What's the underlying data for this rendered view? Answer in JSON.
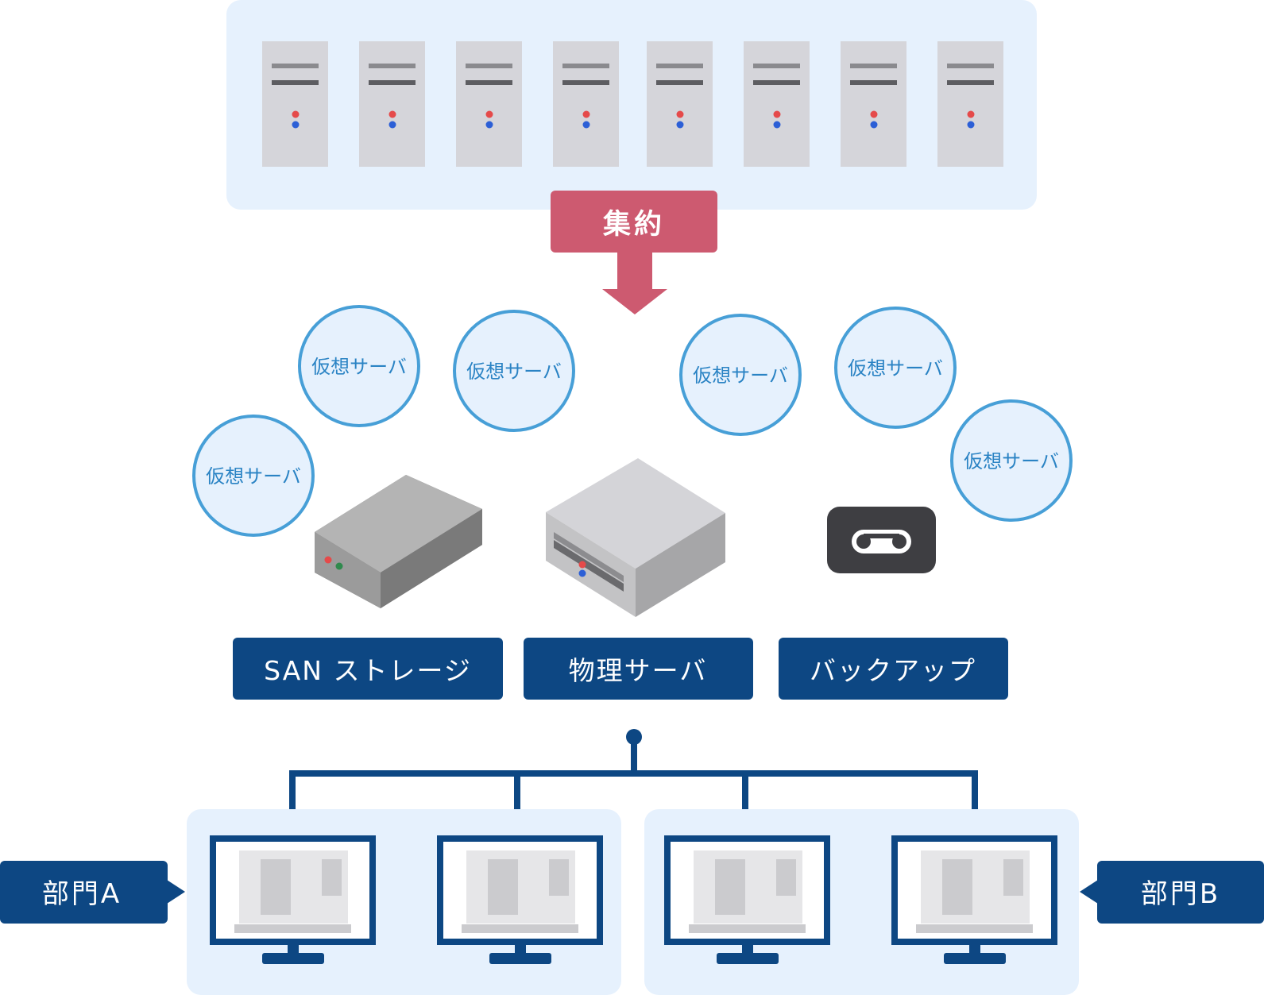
{
  "consolidation": {
    "label": "集約"
  },
  "virtual_server_label": "仮想サーバ",
  "equipment": {
    "san_storage": "SAN ストレージ",
    "physical_server": "物理サーバ",
    "backup": "バックアップ"
  },
  "departments": {
    "a": "部門A",
    "b": "部門B"
  },
  "counts": {
    "legacy_servers": 8,
    "virtual_servers": 6,
    "client_pcs": 4
  },
  "colors": {
    "panel_bg": "#e6f1fd",
    "consolidate_red": "#cd5a70",
    "navy": "#0d4783",
    "circle_stroke": "#479fd7",
    "circle_text": "#2a83c4",
    "server_gray": "#d5d5da",
    "tape_dark": "#3e3e42"
  }
}
